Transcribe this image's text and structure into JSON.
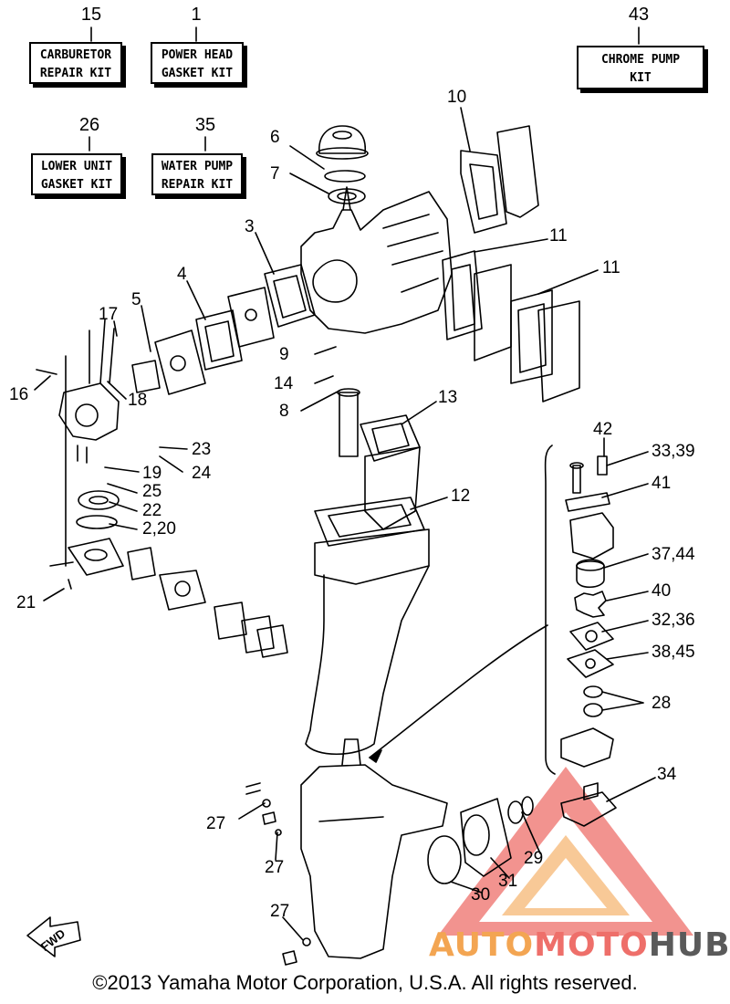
{
  "kits": [
    {
      "id": "15",
      "lines": [
        "CARBURETOR",
        "REPAIR KIT"
      ]
    },
    {
      "id": "1",
      "lines": [
        "POWER HEAD",
        "GASKET KIT"
      ]
    },
    {
      "id": "43",
      "lines": [
        "CHROME PUMP",
        "KIT"
      ]
    },
    {
      "id": "26",
      "lines": [
        "LOWER UNIT",
        "GASKET KIT"
      ]
    },
    {
      "id": "35",
      "lines": [
        "WATER PUMP",
        "REPAIR KIT"
      ]
    }
  ],
  "callouts": [
    "6",
    "7",
    "10",
    "11",
    "11",
    "3",
    "4",
    "5",
    "17",
    "9",
    "14",
    "8",
    "13",
    "16",
    "18",
    "23",
    "19",
    "24",
    "25",
    "22",
    "2,20",
    "12",
    "21",
    "42",
    "33,39",
    "41",
    "37,44",
    "40",
    "32,36",
    "38,45",
    "28",
    "34",
    "27",
    "27",
    "29",
    "30",
    "31",
    "27"
  ],
  "fwd_label": "FWD",
  "copyright": "©2013 Yamaha Motor Corporation, U.S.A. All rights reserved.",
  "watermark": {
    "part1": "AUTO",
    "part2": "MOTO",
    "part3": "HUB"
  },
  "colors": {
    "ink": "#000000",
    "watermark_orange": "#f3a552",
    "watermark_red": "#ee6f6a",
    "watermark_gray": "#5a5a5a"
  }
}
